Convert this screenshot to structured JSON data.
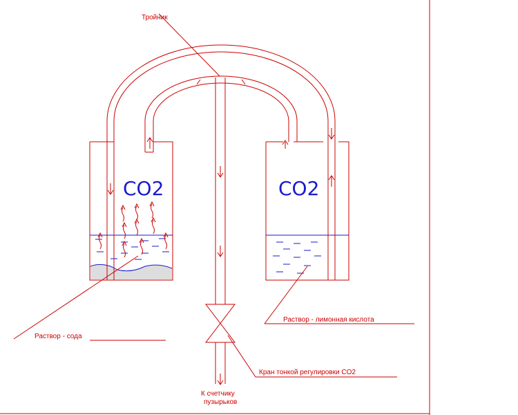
{
  "labels": {
    "tee": "Тройник",
    "soda": "Раствор - сода",
    "citric": "Раствор - лимонная кислота",
    "valve": "Кран тонкой регулировки CO2",
    "counter_line1": "К счетчику",
    "counter_line2": "пузырьков"
  },
  "gas": {
    "left": "CO2",
    "right": "CO2"
  },
  "colors": {
    "lines": "#cc0000",
    "liquid": "#1a1acc",
    "sediment": "#dddddd"
  }
}
